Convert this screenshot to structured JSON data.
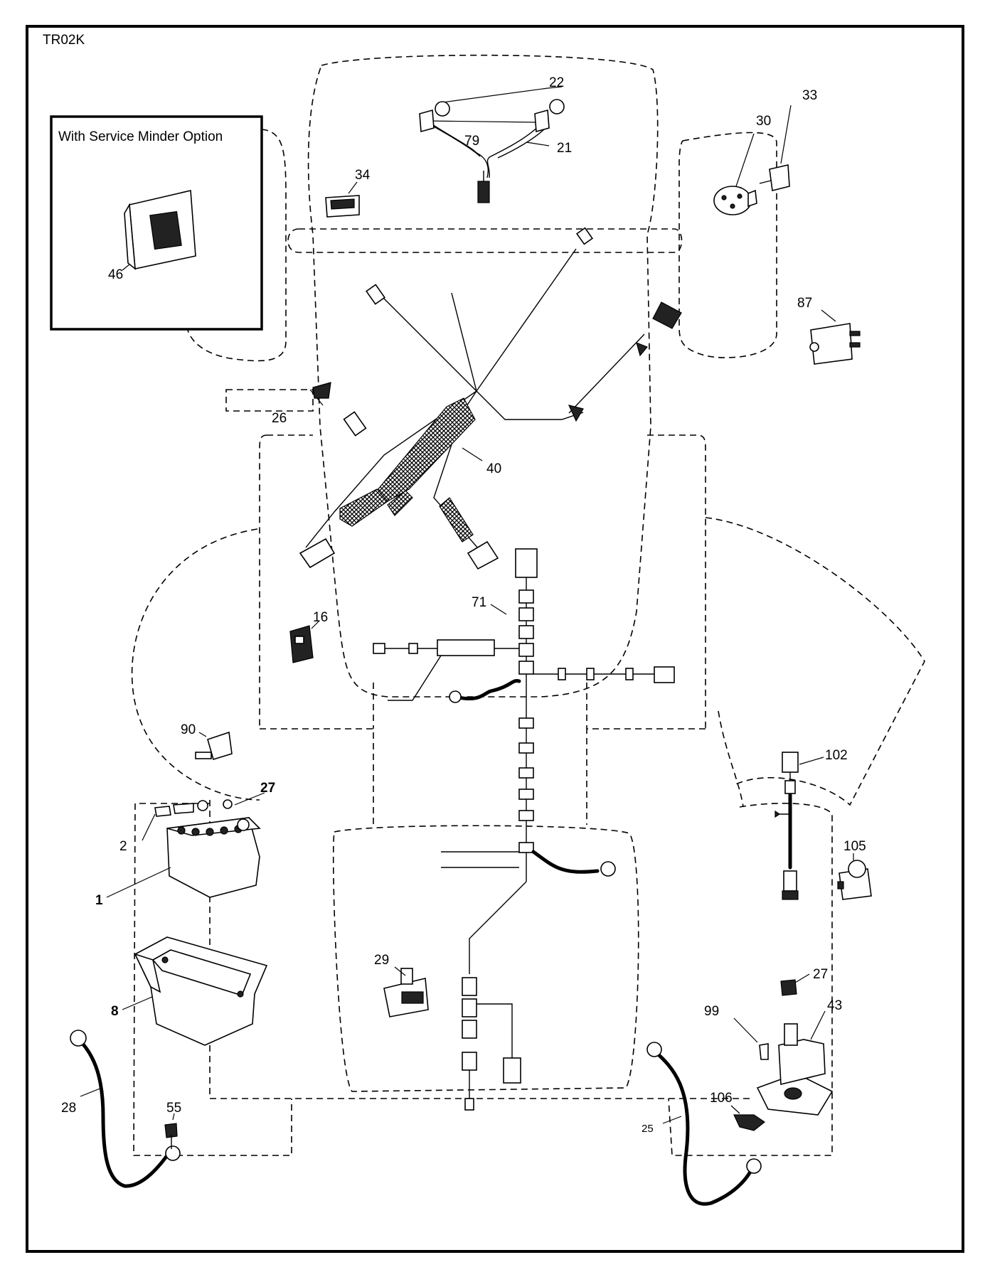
{
  "diagram": {
    "code": "TR02K",
    "inset_title": "With Service Minder Option"
  },
  "parts": [
    {
      "ref": "TR02K",
      "label": "TR02K"
    },
    {
      "ref": "46",
      "label": "46"
    },
    {
      "ref": "22",
      "label": "22"
    },
    {
      "ref": "79",
      "label": "79"
    },
    {
      "ref": "21",
      "label": "21"
    },
    {
      "ref": "34",
      "label": "34"
    },
    {
      "ref": "30",
      "label": "30"
    },
    {
      "ref": "33",
      "label": "33"
    },
    {
      "ref": "87",
      "label": "87"
    },
    {
      "ref": "26",
      "label": "26"
    },
    {
      "ref": "40",
      "label": "40"
    },
    {
      "ref": "71",
      "label": "71"
    },
    {
      "ref": "16",
      "label": "16"
    },
    {
      "ref": "90",
      "label": "90"
    },
    {
      "ref": "27a",
      "label": "27"
    },
    {
      "ref": "2",
      "label": "2"
    },
    {
      "ref": "1",
      "label": "1"
    },
    {
      "ref": "8",
      "label": "8"
    },
    {
      "ref": "28",
      "label": "28"
    },
    {
      "ref": "55",
      "label": "55"
    },
    {
      "ref": "29",
      "label": "29"
    },
    {
      "ref": "102",
      "label": "102"
    },
    {
      "ref": "105",
      "label": "105"
    },
    {
      "ref": "27b",
      "label": "27"
    },
    {
      "ref": "43",
      "label": "43"
    },
    {
      "ref": "99",
      "label": "99"
    },
    {
      "ref": "106",
      "label": "106"
    },
    {
      "ref": "25",
      "label": "25"
    }
  ]
}
